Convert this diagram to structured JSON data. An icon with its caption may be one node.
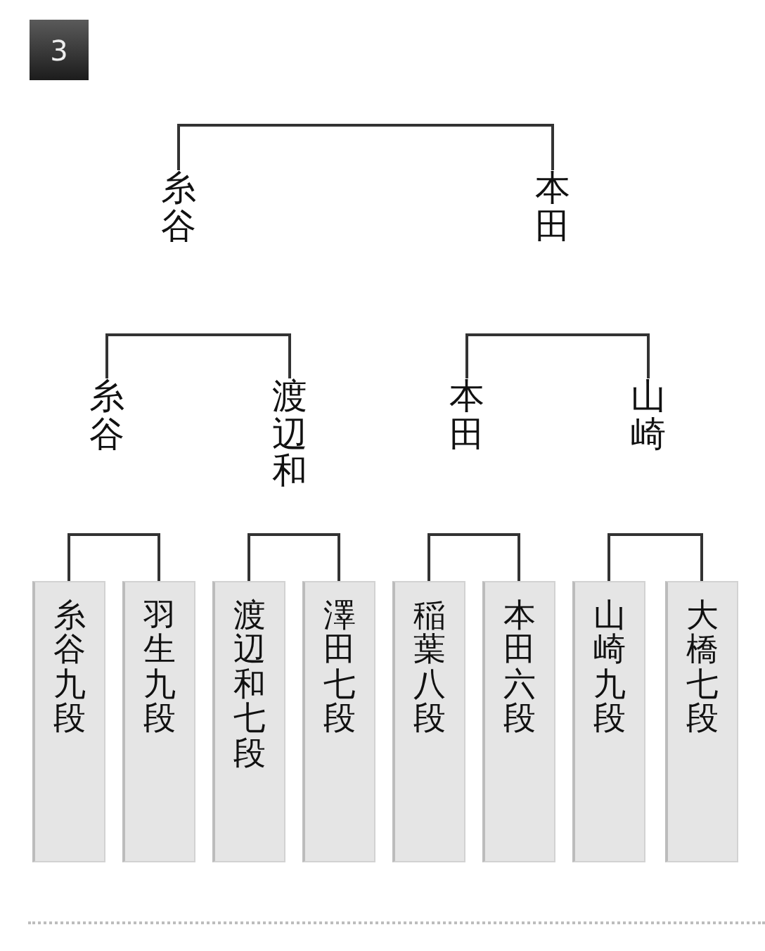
{
  "diagram": {
    "nodes": [
      {
        "text": [
          "3"
        ]
      },
      {
        "text": [
          "糸谷"
        ]
      },
      {
        "text": [
          "本田"
        ]
      },
      {
        "text": [
          "糸谷"
        ]
      },
      {
        "text": [
          "渡辺和"
        ]
      },
      {
        "text": [
          "本田"
        ]
      },
      {
        "text": [
          "山崎"
        ]
      },
      {
        "text": [
          "糸谷九段"
        ]
      },
      {
        "text": [
          "羽生九段"
        ]
      },
      {
        "text": [
          "渡辺和七段"
        ]
      },
      {
        "text": [
          "澤田七段"
        ]
      },
      {
        "text": [
          "稲葉八段"
        ]
      },
      {
        "text": [
          "本田六段"
        ]
      },
      {
        "text": [
          "山崎九段"
        ]
      },
      {
        "text": [
          "大橋七段"
        ]
      }
    ],
    "edges": [
      {
        "from": 1,
        "to": 2,
        "arrow": "none"
      },
      {
        "from": 3,
        "to": 4,
        "arrow": "none"
      },
      {
        "from": 5,
        "to": 6,
        "arrow": "none"
      },
      {
        "from": 7,
        "to": 8,
        "arrow": "none"
      },
      {
        "from": 9,
        "to": 10,
        "arrow": "none"
      },
      {
        "from": 11,
        "to": 12,
        "arrow": "none"
      },
      {
        "from": 13,
        "to": 14,
        "arrow": "none"
      }
    ]
  }
}
